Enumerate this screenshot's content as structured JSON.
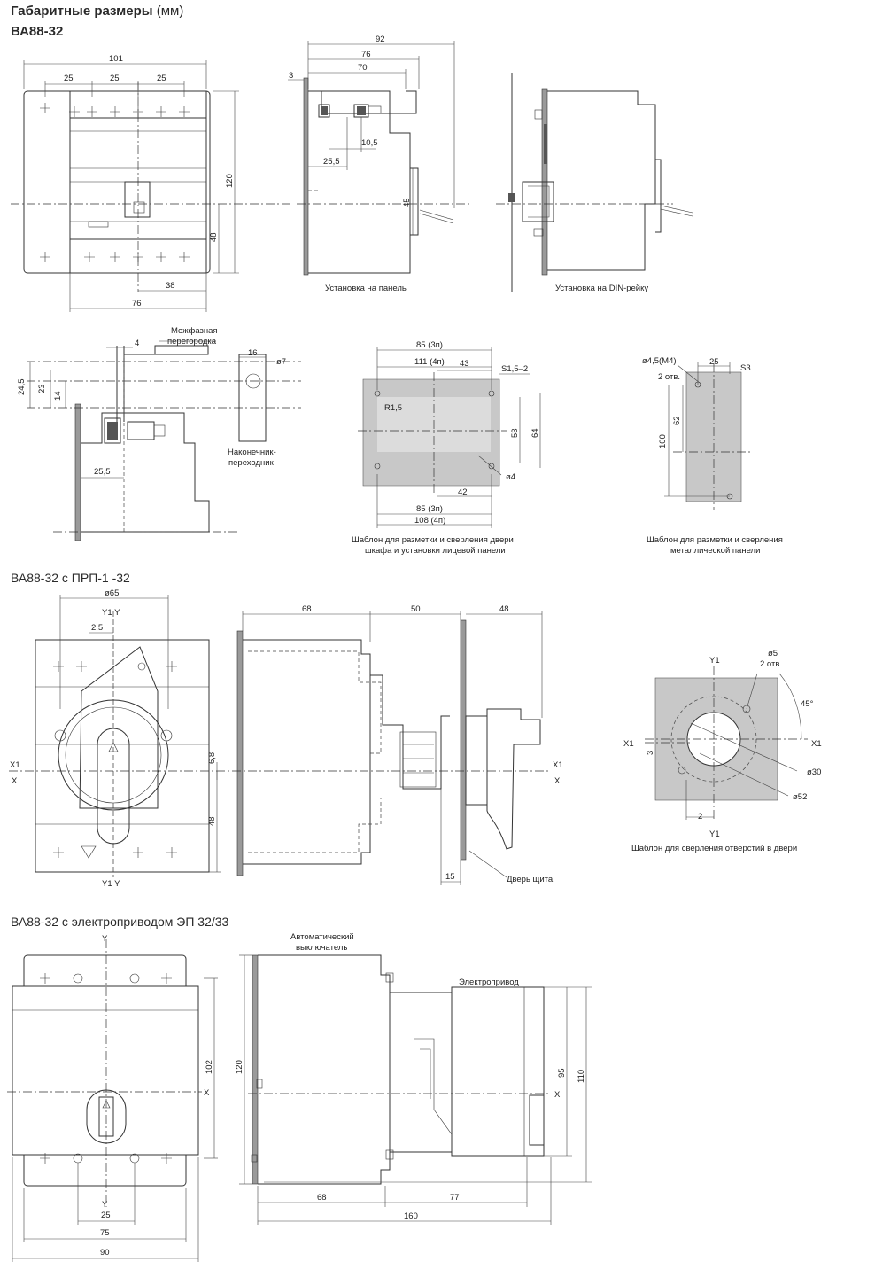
{
  "title": {
    "main": "Габаритные размеры",
    "unit": "(мм)"
  },
  "sections": {
    "s1": "ВА88-32",
    "s2": "ВА88-32 с ПРП-1 -32",
    "s3": "ВА88-32 с электроприводом ЭП 32/33"
  },
  "captions": {
    "panel_mount": "Установка на панель",
    "din_mount": "Установка на DIN-рейку",
    "interphase_1": "Межфазная",
    "interphase_2": "перегородка",
    "lug_1": "Наконечник-",
    "lug_2": "переходник",
    "door_tpl_1": "Шаблон для разметки и сверления двери",
    "door_tpl_2": "шкафа и установки лицевой панели",
    "metal_tpl_1": "Шаблон для разметки и сверления",
    "metal_tpl_2": "металлической панели",
    "door_holes": "Шаблон для сверления отверстий в двери",
    "cabinet_door": "Дверь щита",
    "breaker_1": "Автоматический",
    "breaker_2": "выключатель",
    "motor_drive": "Электропривод"
  },
  "dims": {
    "front": {
      "w101": "101",
      "p25a": "25",
      "p25b": "25",
      "p25c": "25",
      "h120": "120",
      "h48": "48",
      "w38": "38",
      "w76": "76"
    },
    "side": {
      "d92": "92",
      "d76": "76",
      "d70": "70",
      "d3": "3",
      "d10_5": "10,5",
      "d25_5": "25,5",
      "d45": "45"
    },
    "detail": {
      "d4": "4",
      "d24_5": "24,5",
      "d23": "23",
      "d14": "14",
      "d25_5": "25,5",
      "d16": "16",
      "d7": "ø7"
    },
    "door": {
      "d85t": "85 (3п)",
      "d111": "111 (4п)",
      "d43": "43",
      "dS": "S1,5–2",
      "dR": "R1,5",
      "d53": "53",
      "d64": "64",
      "d4": "ø4",
      "d42": "42",
      "d85b": "85 (3п)",
      "d108": "108 (4п)"
    },
    "metal": {
      "d45": "ø4,5(M4)",
      "holes": "2 отв.",
      "d25": "25",
      "dS3": "S3",
      "d62": "62",
      "d100": "100"
    },
    "prp": {
      "d65": "ø65",
      "y1y_top": "Y1  Y",
      "d2_5": "2,5",
      "x1": "X1",
      "x": "X",
      "d6_8": "6,8",
      "d48": "48",
      "y1y_bot": "Y1  Y",
      "d68": "68",
      "d50": "50",
      "d48b": "48",
      "d15": "15",
      "x1r": "X1",
      "xr": "X"
    },
    "holes": {
      "y1t": "Y1",
      "d5": "ø5",
      "holes2": "2 отв.",
      "d45": "45°",
      "x1l": "X1",
      "d3": "3",
      "x1r": "X1",
      "d30": "ø30",
      "d52": "ø52",
      "d2": "2",
      "y1b": "Y1"
    },
    "ep": {
      "y_top": "Y",
      "d102": "102",
      "x": "X",
      "d25": "25",
      "d75": "75",
      "d90": "90",
      "y_bot": "Y",
      "d120": "120",
      "d68": "68",
      "d77": "77",
      "d160": "160",
      "d95": "95",
      "d110": "110",
      "xr": "X"
    }
  }
}
